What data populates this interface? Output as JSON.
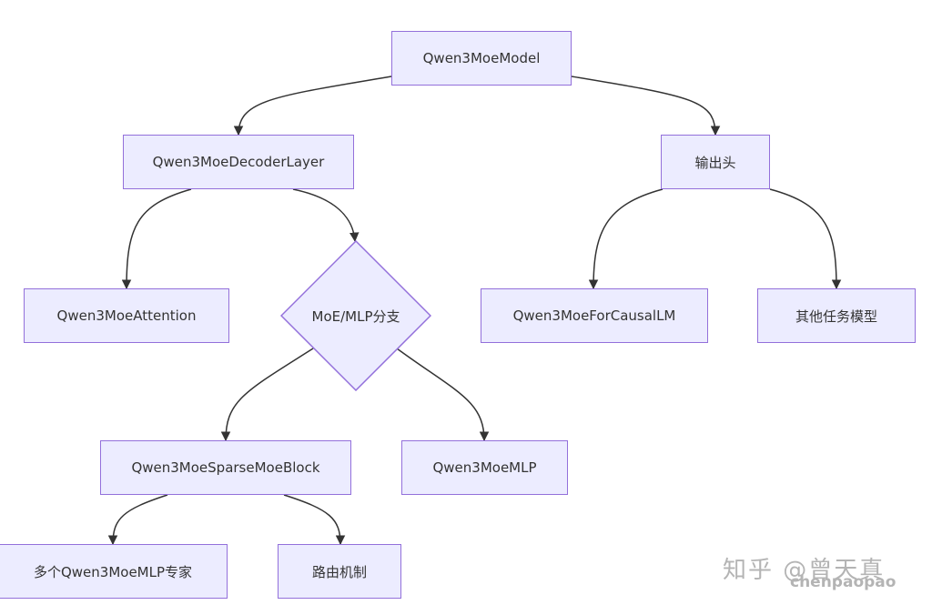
{
  "nodes": {
    "model": "Qwen3MoeModel",
    "decoder_layer": "Qwen3MoeDecoderLayer",
    "output_head": "输出头",
    "attention": "Qwen3MoeAttention",
    "branch": "MoE/MLP分支",
    "causal_lm": "Qwen3MoeForCausalLM",
    "other_tasks": "其他任务模型",
    "sparse_block": "Qwen3MoeSparseMoeBlock",
    "mlp": "Qwen3MoeMLP",
    "experts": "多个Qwen3MoeMLP专家",
    "router": "路由机制"
  },
  "watermark": {
    "text": "知乎 @曾天真",
    "sub": "chenpaopao"
  },
  "colors": {
    "node_fill": "#ececff",
    "node_border": "#9370db",
    "edge": "#333333",
    "text": "#333333"
  }
}
